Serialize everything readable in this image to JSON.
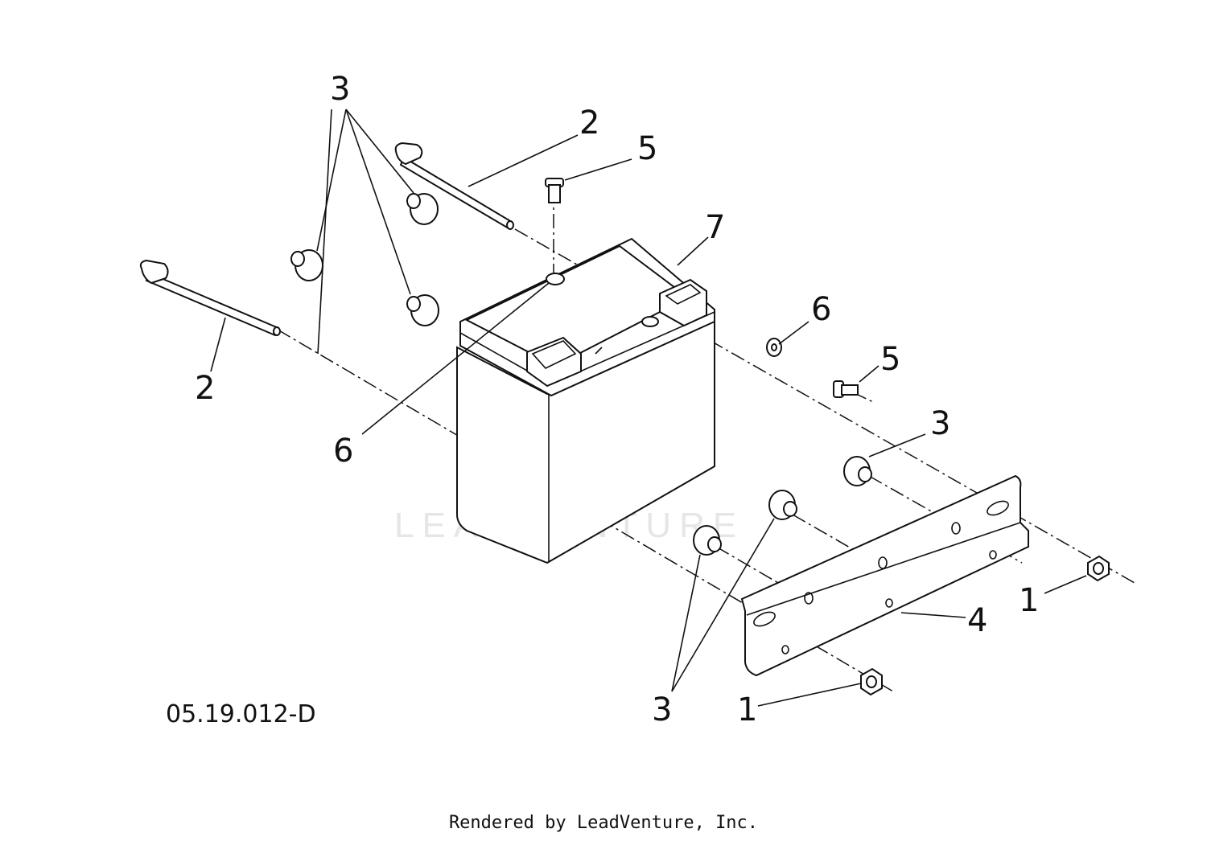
{
  "diagram": {
    "callouts": {
      "c1a": "1",
      "c1b": "1",
      "c2a": "2",
      "c2b": "2",
      "c3a": "3",
      "c3b": "3",
      "c3c": "3",
      "c4": "4",
      "c5a": "5",
      "c5b": "5",
      "c6a": "6",
      "c6b": "6",
      "c7": "7"
    },
    "drawing_code": "05.19.012-D",
    "watermark": "LEADVENTURE",
    "credit": "Rendered by LeadVenture, Inc.",
    "colors": {
      "line": "#111111",
      "watermark": "#e6e6e6",
      "background": "#ffffff"
    }
  }
}
